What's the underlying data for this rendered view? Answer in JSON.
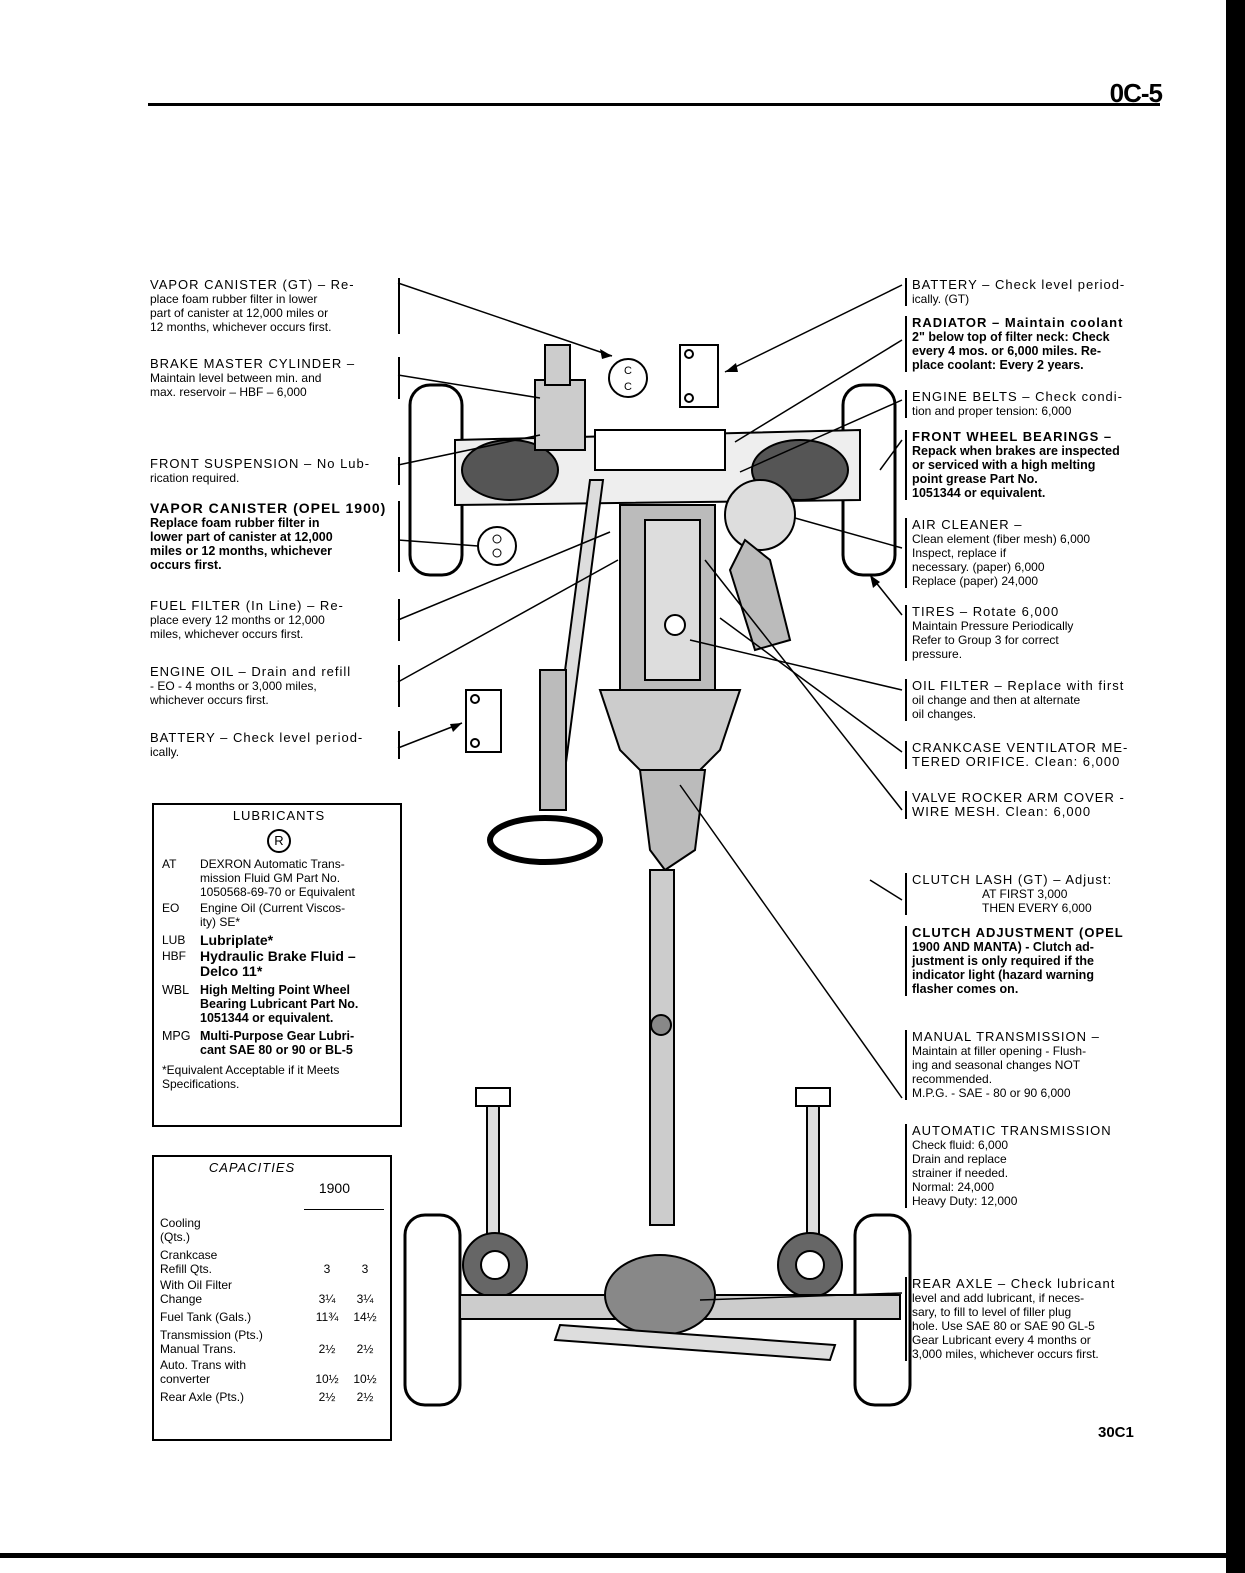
{
  "page_number": "0C-5",
  "footer_code": "30C1",
  "left_notes": [
    {
      "head": "VAPOR CANISTER (GT) – Re-",
      "body": "place foam rubber filter in lower\npart of canister at 12,000 miles or\n12 months, whichever occurs first."
    },
    {
      "head": "BRAKE MASTER CYLINDER –",
      "body": "Maintain level between min. and\nmax. reservoir – HBF – 6,000"
    },
    {
      "head": "FRONT SUSPENSION – No Lub-",
      "body": "rication required."
    },
    {
      "head": "VAPOR CANISTER (OPEL 1900)",
      "body": "Replace foam rubber filter in\nlower part of canister at 12,000\nmiles or 12 months, whichever\noccurs first."
    },
    {
      "head": "FUEL FILTER (In Line) – Re-",
      "body": "place every 12 months or 12,000\nmiles, whichever occurs first."
    },
    {
      "head": "ENGINE OIL – Drain and refill",
      "body": "- EO - 4 months or 3,000 miles,\nwhichever occurs first."
    },
    {
      "head": "BATTERY – Check level period-",
      "body": "ically."
    }
  ],
  "right_notes": [
    {
      "head": "BATTERY – Check level period-",
      "body": "ically. (GT)"
    },
    {
      "head": "RADIATOR – Maintain coolant",
      "body": "2\" below top of filter neck: Check\nevery 4 mos. or 6,000 miles. Re-\nplace coolant: Every 2 years."
    },
    {
      "head": "ENGINE BELTS – Check condi-",
      "body": "tion and proper tension:      6,000"
    },
    {
      "head": "FRONT WHEEL BEARINGS –",
      "body": "Repack when brakes are inspected\nor serviced with a high melting\npoint grease Part No.\n1051344 or equivalent."
    },
    {
      "head": "AIR CLEANER –",
      "body": "Clean element (fiber mesh)  6,000\nInspect, replace if\nnecessary. (paper)              6,000\nReplace (paper)                 24,000"
    },
    {
      "head": "TIRES – Rotate                6,000",
      "body": "Maintain Pressure Periodically\nRefer to Group 3 for correct\npressure."
    },
    {
      "head": "OIL FILTER – Replace with first",
      "body": "oil change and then at alternate\noil changes."
    },
    {
      "head": "CRANKCASE VENTILATOR ME-",
      "body": "TERED ORIFICE.   Clean:  6,000"
    },
    {
      "head": "VALVE ROCKER ARM COVER -",
      "body": "WIRE MESH.      Clean:    6,000"
    },
    {
      "head": "CLUTCH LASH (GT) – Adjust:",
      "body": "AT FIRST          3,000\nTHEN EVERY      6,000"
    },
    {
      "head": "CLUTCH ADJUSTMENT (OPEL",
      "body": "1900 AND MANTA) - Clutch ad-\njustment is only required if the\nindicator light (hazard warning\nflasher comes on."
    },
    {
      "head": "MANUAL TRANSMISSION –",
      "body": "Maintain at filler opening - Flush-\ning and seasonal changes NOT\nrecommended.\nM.P.G. - SAE - 80 or 90 6,000"
    },
    {
      "head": "AUTOMATIC TRANSMISSION",
      "body": "Check fluid:                      6,000\nDrain and replace\nstrainer if needed.\n        Normal:              24,000\n        Heavy Duty:        12,000"
    },
    {
      "head": "REAR AXLE – Check lubricant",
      "body": "level and add lubricant, if neces-\nsary, to fill to level of filler plug\nhole. Use SAE 80 or SAE 90 GL-5\nGear Lubricant every 4 months or\n3,000 miles, whichever occurs first."
    }
  ],
  "lubricants": {
    "title": "LUBRICANTS",
    "symbol": "R",
    "items": [
      {
        "abbr": "AT",
        "text": "DEXRON Automatic Trans-\nmission Fluid GM Part No.\n1050568-69-70 or Equivalent"
      },
      {
        "abbr": "EO",
        "text": "Engine Oil (Current Viscos-\nity) SE*"
      },
      {
        "abbr": "LUB",
        "text": "Lubriplate*"
      },
      {
        "abbr": "HBF",
        "text": "Hydraulic Brake Fluid –\nDelco                   11*"
      },
      {
        "abbr": "WBL",
        "text": "High Melting Point Wheel\nBearing Lubricant Part No.\n1051344 or equivalent."
      },
      {
        "abbr": "MPG",
        "text": "Multi-Purpose Gear Lubri-\ncant SAE 80 or 90 or BL-5"
      }
    ],
    "footnote": "*Equivalent Acceptable if it Meets\nSpecifications."
  },
  "capacities": {
    "title": "CAPACITIES",
    "column": "1900",
    "rows": [
      {
        "label": "Cooling\n  (Qts.)",
        "v1": "",
        "v2": ""
      },
      {
        "label": "Crankcase\n    Refill Qts.",
        "v1": "3",
        "v2": "3"
      },
      {
        "label": "    With Oil Filter\n        Change",
        "v1": "3¼",
        "v2": "3¼"
      },
      {
        "label": "Fuel Tank (Gals.)",
        "v1": "11¾",
        "v2": "14½"
      },
      {
        "label": "Transmission (Pts.)\n    Manual Trans.",
        "v1": "2½",
        "v2": "2½"
      },
      {
        "label": "    Auto. Trans with\n        converter",
        "v1": "10½",
        "v2": "10½"
      },
      {
        "label": "Rear Axle (Pts.)",
        "v1": "2½",
        "v2": "2½"
      }
    ]
  },
  "canister_label": "C"
}
